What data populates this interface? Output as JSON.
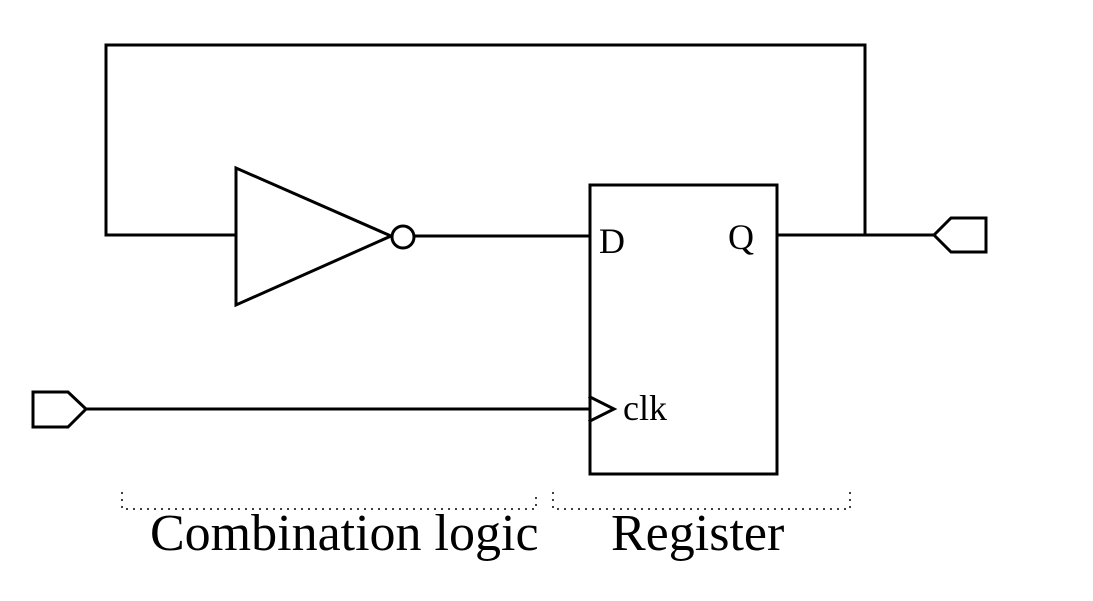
{
  "register": {
    "pin_d": "D",
    "pin_q": "Q",
    "pin_clk": "clk"
  },
  "regions": {
    "combinational_label": "Combination logic",
    "register_label": "Register"
  },
  "colors": {
    "stroke": "#000000",
    "background": "#ffffff"
  },
  "icons": {
    "inverter": "not-gate-icon",
    "input_port": "input-port-icon",
    "output_port": "output-port-icon",
    "clock_edge": "clock-edge-triangle-icon"
  }
}
